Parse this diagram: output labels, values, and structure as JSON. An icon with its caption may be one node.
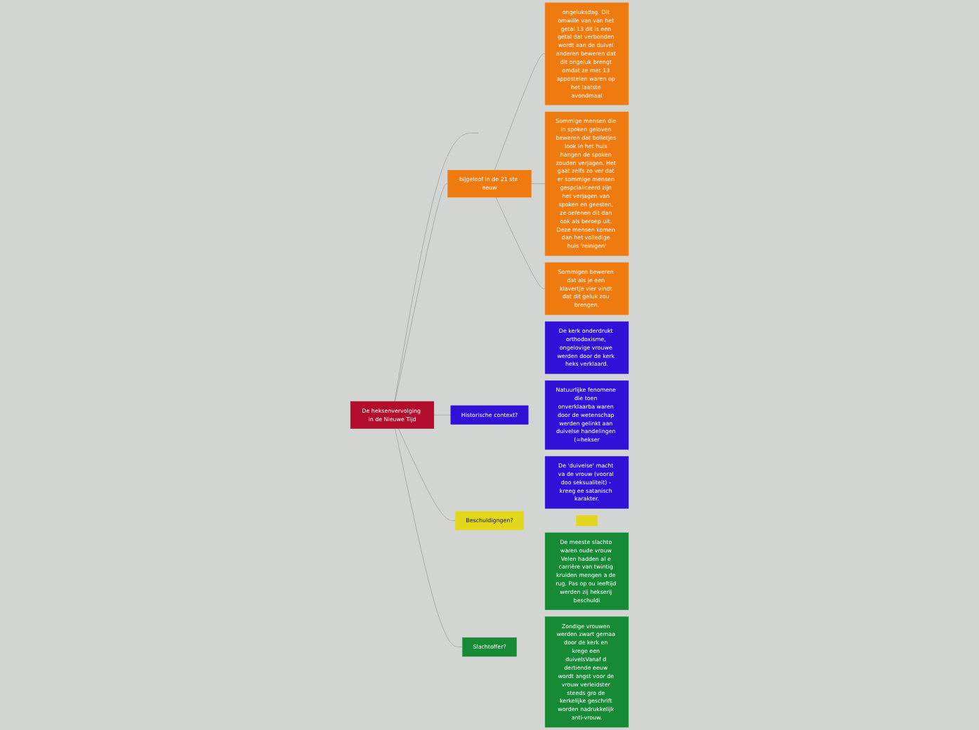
{
  "diagram": {
    "nodes": [
      {
        "text": [
          "ongeluksdag. Dit omwille van van het getal 13 dit is een getal dat verbonden wordt aan de duivel anderen beweren dat dit ongeluk brengt omdat ze met 13 appostelen waren op het laatste avondmaal"
        ]
      },
      {
        "text": [
          "bijgeloof in de 21 ste eeuw"
        ]
      },
      {
        "text": [
          "De kerk onderdrukt orthodoxisme, ongelovige vrouwe werden door de kerk heks verklaard."
        ]
      },
      {
        "text": [
          "Sommige mensen die in spoken geloven beweren dat bolletjes look in het huis hangen de spoken zouden verjagen. Het gaat zelfs zo ver dat er sommige mensen gespcialiceerd zijn het verjagen van spoken en geesten, ze oefenen dit dan ook als beroep uit. Deze mensen komen dan het volledige huis 'reinigen'"
        ]
      },
      {
        "text": [
          "Natuurlijke fenomene die toen onverklaarba waren door de wetenschap werden gelinkt aan duivelse handelingen (=hekser"
        ]
      },
      {
        "text": [
          "Historische context?"
        ]
      },
      {
        "text": [
          "De 'duivelse' macht va de vrouw (vooral doo seksualiteit) - kreeg ee satanisch karakter."
        ]
      },
      {
        "text": [
          "Sommigen beweren dat als je een klavertje vier vindt dat dit geluk zou brengen."
        ]
      },
      {
        "text": [
          "De heksenvervolging in de Nieuwe Tijd"
        ]
      },
      {
        "text": [
          "De meeste slachto waren oude vrouw Velen hadden al e carrière van twintig kruiden mengen a de rug. Pas op ou leeftijd werden zij hekserij beschuldi"
        ]
      },
      {
        "text": [
          "Beschuldigngen?"
        ]
      },
      {
        "text": [
          "Slachtoffer?"
        ]
      },
      {
        "text": [
          "Zondige vrouwen werden zwart gemaa door de kerk en krege een duivelsVanaf d dertiende eeuw wordt angst voor de vrouw verleidster steeds gro de kerkelijke geschrift worden nadrukkelijk anti-vrouw."
        ]
      },
      {
        "text": [],
        "shape": "box"
      }
    ],
    "edges": [
      {
        "from": 8,
        "to": 1,
        "arrow": "none"
      },
      {
        "from": 8,
        "to": null,
        "arrow": "none"
      },
      {
        "from": 8,
        "to": 5,
        "arrow": "none"
      },
      {
        "from": 8,
        "to": 10,
        "arrow": "none"
      },
      {
        "from": 8,
        "to": 11,
        "arrow": "none"
      },
      {
        "from": 1,
        "to": 0,
        "arrow": "none"
      },
      {
        "from": 1,
        "to": 3,
        "arrow": "none"
      },
      {
        "from": 1,
        "to": 7,
        "arrow": "none"
      }
    ]
  }
}
